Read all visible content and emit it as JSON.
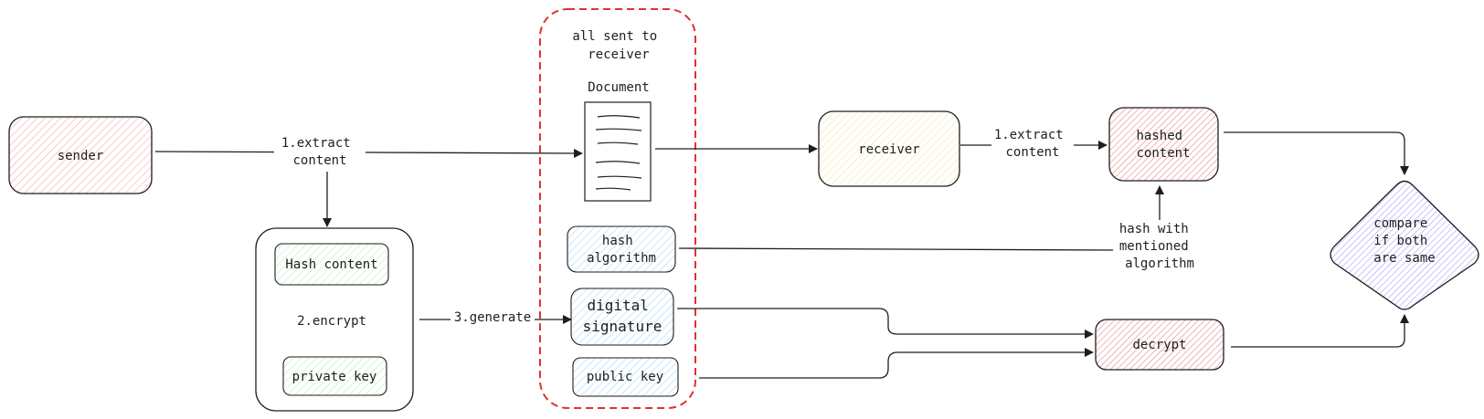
{
  "group": {
    "label_lines": [
      "all sent to",
      "receiver"
    ]
  },
  "nodes": {
    "sender": {
      "label": "sender"
    },
    "document": {
      "label": "Document"
    },
    "receiver": {
      "label": "receiver"
    },
    "hashed_content": {
      "label_lines": [
        "hashed",
        "content"
      ]
    },
    "hash_algorithm": {
      "label_lines": [
        "hash",
        "algorithm"
      ]
    },
    "hash_content": {
      "label": "Hash content"
    },
    "private_key": {
      "label": "private key"
    },
    "digital_signature": {
      "label_lines": [
        "digital",
        "signature"
      ]
    },
    "public_key": {
      "label": "public key"
    },
    "decrypt": {
      "label": "decrypt"
    },
    "compare": {
      "label_lines": [
        "compare",
        "if both",
        "are same"
      ]
    }
  },
  "edge_labels": {
    "sender_extract": [
      "1.extract",
      "content"
    ],
    "receiver_extract": [
      "1.extract",
      "content"
    ],
    "encrypt": [
      "2.encrypt"
    ],
    "generate": [
      "3.generate"
    ],
    "hash_with": [
      "hash with",
      "mentioned",
      "algorithm"
    ]
  },
  "colors": {
    "stroke": "#1e1e1e",
    "group_border": "#e03131",
    "sender_fill": "#ffc9c9",
    "receiver_fill": "#ffec99",
    "hashed_fill": "#ffa8a8",
    "algo_fill": "#a5d8ff",
    "green_fill": "#b2f2bb",
    "compare_fill": "#d0bfff"
  }
}
